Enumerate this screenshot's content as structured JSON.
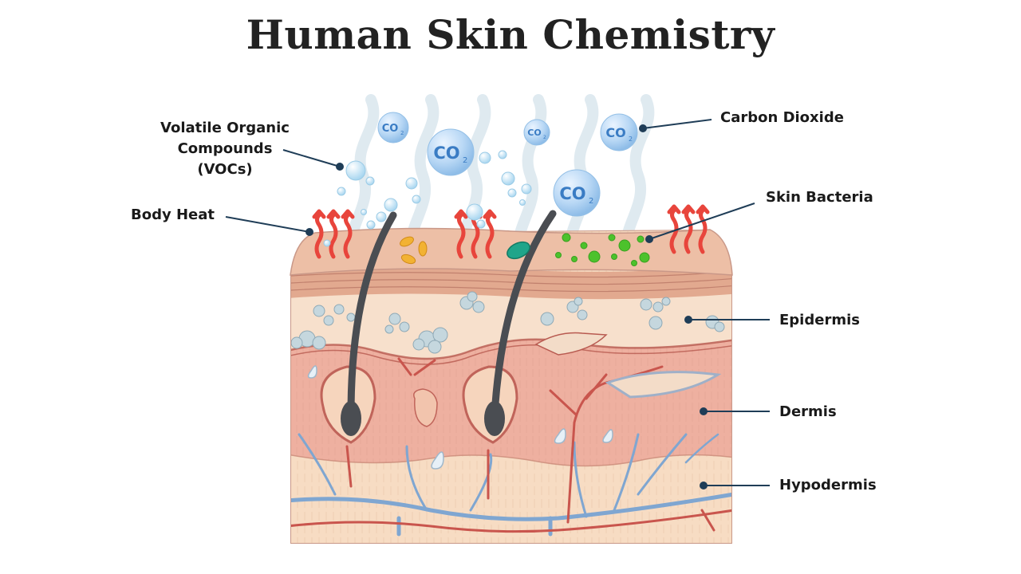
{
  "title": "Human Skin Chemistry",
  "labels": {
    "vocs": [
      "Volatile Organic",
      "Compounds",
      "(VOCs)"
    ],
    "body_heat": "Body Heat",
    "carbon_dioxide": "Carbon Dioxide",
    "skin_bacteria": "Skin Bacteria",
    "epidermis": "Epidermis",
    "dermis": "Dermis",
    "hypodermis": "Hypodermis"
  },
  "molecules": {
    "co2_text": "CO",
    "co2_subscript": "2",
    "count": 5
  },
  "colors": {
    "leader_line": "#1f3d57",
    "co2_bubble": "#b9d8f5",
    "co2_text": "#3a7cc4",
    "heat_arrow": "#e8453c",
    "skin_surface": "#edbfa6",
    "epidermis": "#f7e0cc",
    "dermis": "#eeb0a0",
    "hypodermis": "#f7dcc3",
    "vein": "#7fa6d1",
    "artery": "#c9554d",
    "bacteria": "#4cc22c",
    "hair": "#4a4d52"
  }
}
